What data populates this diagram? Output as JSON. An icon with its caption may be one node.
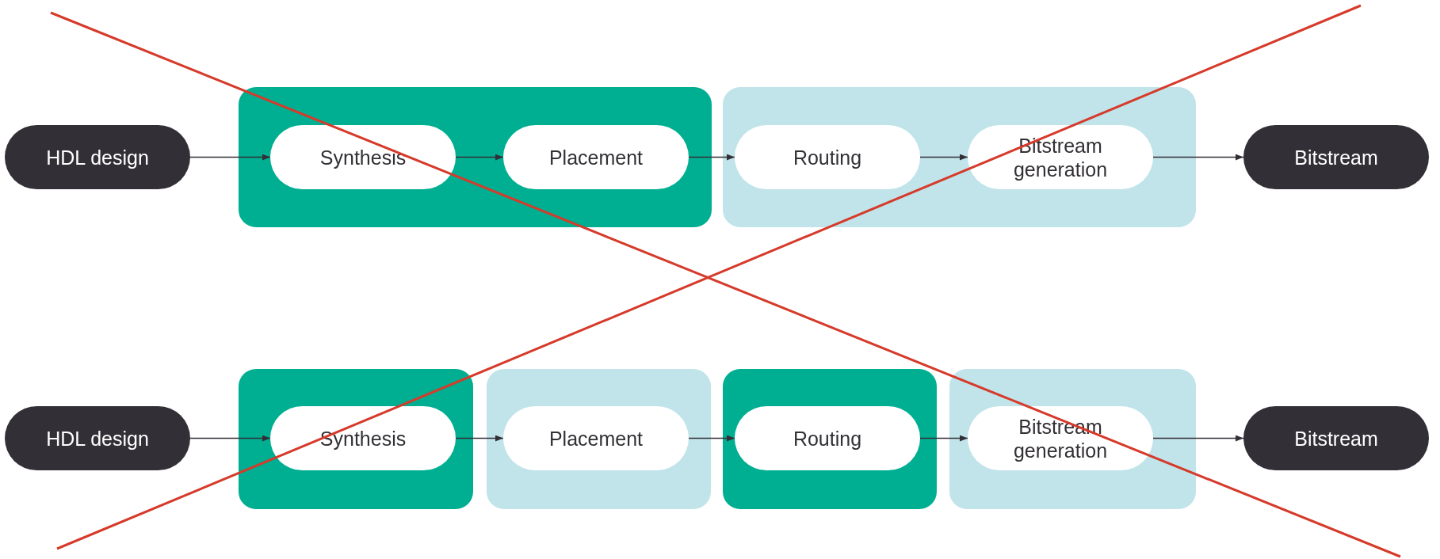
{
  "diagram": {
    "nodes": [
      {
        "text": [
          "HDL design"
        ]
      },
      {
        "text": [],
        "shape": "box"
      },
      {
        "text": [
          "Synthesis"
        ],
        "in": 1
      },
      {
        "text": [
          "Placement"
        ],
        "in": 1
      },
      {
        "text": [],
        "shape": "box"
      },
      {
        "text": [
          "Routing"
        ],
        "in": 4
      },
      {
        "text": [
          "Bitstream generation"
        ],
        "in": 4
      },
      {
        "text": [
          "Bitstream"
        ]
      },
      {
        "text": [
          "HDL design"
        ]
      },
      {
        "text": [],
        "shape": "box"
      },
      {
        "text": [
          "Synthesis"
        ],
        "in": 9
      },
      {
        "text": [],
        "shape": "box"
      },
      {
        "text": [
          "Placement"
        ],
        "in": 11
      },
      {
        "text": [],
        "shape": "box"
      },
      {
        "text": [
          "Routing"
        ],
        "in": 13
      },
      {
        "text": [],
        "shape": "box"
      },
      {
        "text": [
          "Bitstream generation"
        ],
        "in": 15
      },
      {
        "text": [
          "Bitstream"
        ]
      }
    ],
    "edges": [
      {
        "from": 0,
        "to": 2,
        "arrow": "to"
      },
      {
        "from": 2,
        "to": 3,
        "arrow": "to"
      },
      {
        "from": 3,
        "to": 5,
        "arrow": "to"
      },
      {
        "from": 5,
        "to": 6,
        "arrow": "to"
      },
      {
        "from": 6,
        "to": 7,
        "arrow": "to"
      },
      {
        "from": 8,
        "to": 10,
        "arrow": "to"
      },
      {
        "from": 10,
        "to": 12,
        "arrow": "to"
      },
      {
        "from": 12,
        "to": 14,
        "arrow": "to"
      },
      {
        "from": 14,
        "to": 16,
        "arrow": "to"
      },
      {
        "from": 16,
        "to": 17,
        "arrow": "to"
      }
    ]
  }
}
